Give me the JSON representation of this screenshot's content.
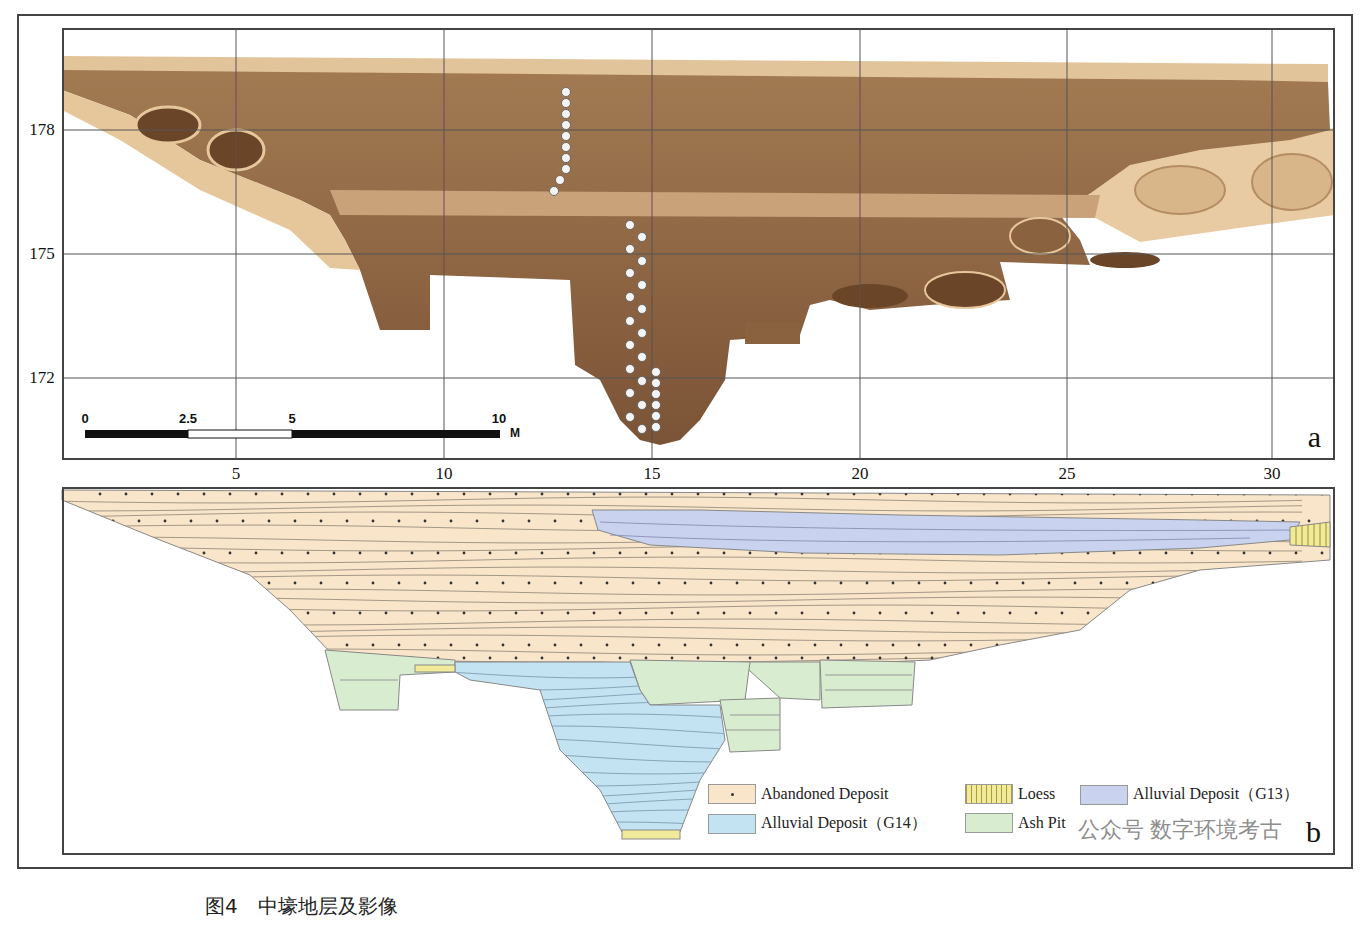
{
  "diagram": {
    "caption": "图4　中壕地层及影像",
    "nodes": [
      {
        "text": [
          "a"
        ]
      },
      {
        "text": [
          "b"
        ]
      }
    ],
    "labels": [
      "178",
      "175",
      "172",
      "0",
      "2.5",
      "5",
      "10",
      "M",
      "5",
      "10",
      "15",
      "20",
      "25",
      "30",
      "公众号 数字环境考古"
    ],
    "legend": [
      {
        "text": "Abandoned Deposit",
        "color": "#f9e5c9"
      },
      {
        "text": "Loess",
        "color": "#f1ea9a"
      },
      {
        "text": "Alluvial Deposit（G13）",
        "color": "#c9d2ee"
      },
      {
        "text": "Alluvial Deposit（G14）",
        "color": "#c3e2f2"
      },
      {
        "text": "Ash Pit",
        "color": "#d8ecd0"
      }
    ]
  }
}
